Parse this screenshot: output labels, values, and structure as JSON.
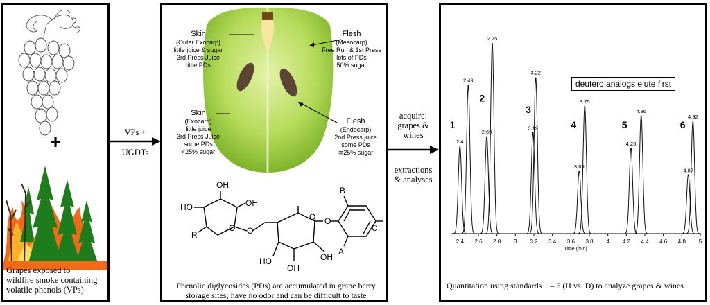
{
  "panel1": {
    "plus": "+",
    "caption": [
      "Grapes exposed to",
      "wildfire smoke containing",
      "volatile phenols (VPs)"
    ]
  },
  "arrow1": {
    "line1": "VPs +",
    "line2": "UGDTs"
  },
  "panel2": {
    "skin_outer": [
      "Skin",
      "(Outer Exocarp)",
      "little juice & sugar",
      "3rd Press Juice",
      "little PDs"
    ],
    "skin_inner": [
      "Skin",
      "(Exocarp)",
      "little juice",
      "3rd Press Juice",
      "some PDs",
      "<25% sugar"
    ],
    "flesh_meso": [
      "Flesh",
      "(Mesocarp)",
      "Free Run & 1st Press",
      "lots of PDs",
      "50% sugar"
    ],
    "flesh_endo": [
      "Flesh",
      "(Endocarp)",
      "2nd Press juice",
      "some PDs",
      "≅25% sugar"
    ],
    "molecule": {
      "oh1": "OH",
      "ho1": "HO",
      "oh2": "OH",
      "r": "R",
      "o1": "O",
      "o2": "O",
      "o3": "O",
      "ho2": "HO",
      "oh3": "OH",
      "oh4": "OH",
      "o4": "O",
      "b": "B",
      "c": "C",
      "a": "A"
    },
    "caption": [
      "Phenolic diglycosides (PDs) are accumulated in grape berry",
      "storage sites; have no odor and can be difficult to taste"
    ]
  },
  "arrow2": {
    "top": [
      "acquire:",
      "grapes &",
      "wines"
    ],
    "bottom": [
      "extractions",
      "& analyses"
    ]
  },
  "panel3": {
    "banner": "deutero analogs elute first",
    "xlabel": "Time (min)",
    "caption": "Quantitation using standards 1 – 6 (H vs. D) to analyze grapes & wines"
  },
  "chart_data": {
    "type": "line",
    "xlabel": "Time (min)",
    "xlim": [
      2.3,
      5.0
    ],
    "x_ticks": [
      "2.4",
      "2.6",
      "2.8",
      "3",
      "3.2",
      "3.4",
      "3.6",
      "3.8",
      "4",
      "4.2",
      "4.4",
      "4.6",
      "4.8",
      "5"
    ],
    "annotation": "deutero analogs elute first",
    "compound_labels": [
      "1",
      "2",
      "3",
      "4",
      "5",
      "6"
    ],
    "peaks": [
      {
        "compound": "1",
        "rt": 2.4,
        "label": "2.4",
        "height": 0.46
      },
      {
        "compound": "1",
        "rt": 2.49,
        "label": "2.49",
        "height": 0.78
      },
      {
        "compound": "2",
        "rt": 2.69,
        "label": "2.69",
        "height": 0.51
      },
      {
        "compound": "2",
        "rt": 2.75,
        "label": "2.75",
        "height": 1.0
      },
      {
        "compound": "3",
        "rt": 3.19,
        "label": "3.19",
        "height": 0.53
      },
      {
        "compound": "3",
        "rt": 3.22,
        "label": "3.22",
        "height": 0.82
      },
      {
        "compound": "4",
        "rt": 3.69,
        "label": "3.69",
        "height": 0.33
      },
      {
        "compound": "4",
        "rt": 3.75,
        "label": "3.75",
        "height": 0.67
      },
      {
        "compound": "5",
        "rt": 4.25,
        "label": "4.25",
        "height": 0.45
      },
      {
        "compound": "5",
        "rt": 4.36,
        "label": "4.36",
        "height": 0.62
      },
      {
        "compound": "6",
        "rt": 4.87,
        "label": "4.87",
        "height": 0.31
      },
      {
        "compound": "6",
        "rt": 4.92,
        "label": "4.92",
        "height": 0.59
      }
    ]
  },
  "colors": {
    "grape": "#9ccc3a",
    "forest": "#1d7d1d",
    "fire": "#f06a1a"
  }
}
